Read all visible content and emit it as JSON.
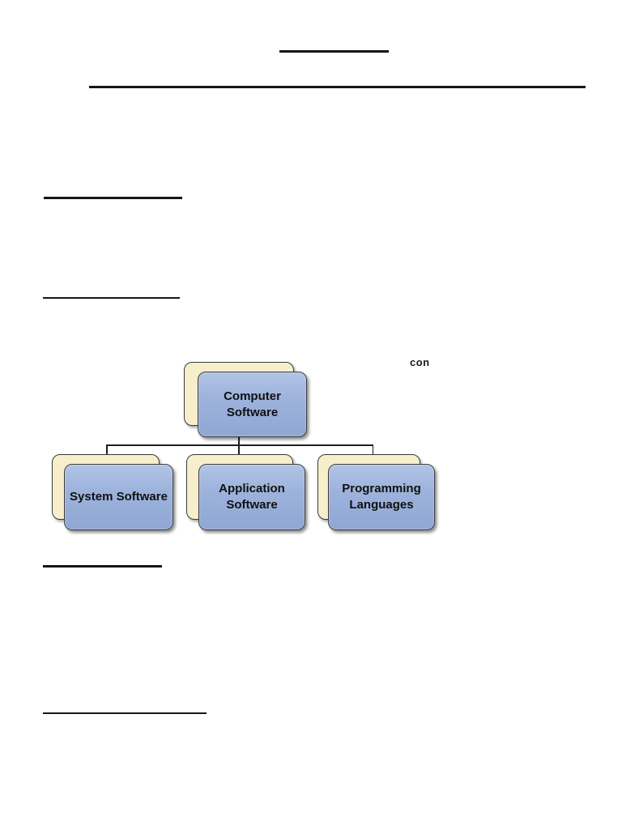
{
  "page": {
    "background": "#ffffff",
    "clipped_text_fragment": "con"
  },
  "diagram": {
    "type": "hierarchy",
    "root": {
      "label": "Computer Software"
    },
    "children": [
      {
        "label": "System Software"
      },
      {
        "label": "Application Software"
      },
      {
        "label": "Programming Languages"
      }
    ],
    "colors": {
      "node_front_fill": "#9db3dc",
      "node_back_fill": "#f7eecb",
      "node_border": "#3c3c3c",
      "connector": "#1f1f1f",
      "label_color": "#101010",
      "rule_color": "#161616"
    }
  }
}
